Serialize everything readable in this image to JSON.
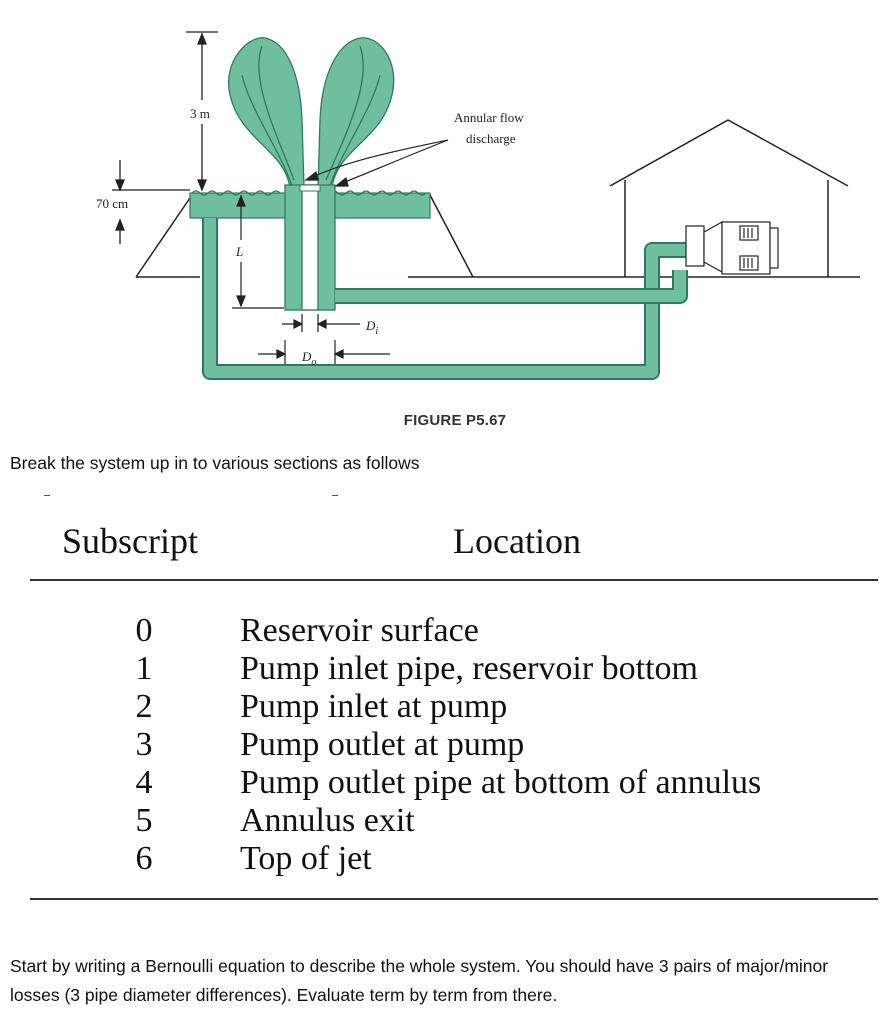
{
  "figure": {
    "label_height": "3 m",
    "label_depth": "70 cm",
    "label_annular": [
      "Annular flow",
      "discharge"
    ],
    "label_L": "L",
    "label_Di": "D",
    "label_Di_sub": "i",
    "label_Do": "D",
    "label_Do_sub": "o",
    "caption": "FIGURE P5.67",
    "colors": {
      "water": "#6fbf9f",
      "water_dark": "#2f7a5f",
      "line": "#222222"
    }
  },
  "intro_text": "Break the system up in to various sections as follows",
  "table": {
    "header_subscript": "Subscript",
    "header_location": "Location",
    "rows": [
      {
        "subscript": "0",
        "location": "Reservoir surface"
      },
      {
        "subscript": "1",
        "location": "Pump inlet pipe, reservoir bottom"
      },
      {
        "subscript": "2",
        "location": "Pump inlet at pump"
      },
      {
        "subscript": "3",
        "location": "Pump outlet at pump"
      },
      {
        "subscript": "4",
        "location": "Pump outlet pipe at bottom of annulus"
      },
      {
        "subscript": "5",
        "location": "Annulus exit"
      },
      {
        "subscript": "6",
        "location": "Top of jet"
      }
    ]
  },
  "outro_text": "Start by writing a Bernoulli equation to describe the whole system. You should have 3 pairs of major/minor losses (3 pipe diameter differences). Evaluate term by term from there."
}
